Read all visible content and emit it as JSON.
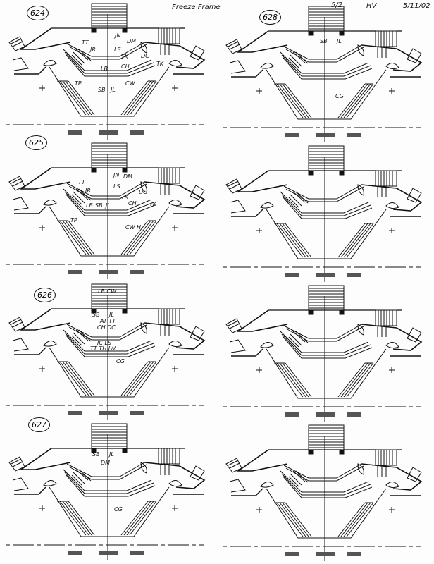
{
  "header": {
    "note": "Freeze Frame",
    "page_ref": "5/2",
    "initials": "HV",
    "date": "5/11/02"
  },
  "panels": [
    {
      "number": "624",
      "labels": [
        "TT",
        "JR",
        "JN",
        "DM",
        "LS",
        "TK",
        "DC",
        "CH",
        "LB",
        "SB",
        "JL",
        "TP",
        "CW",
        "TK"
      ]
    },
    {
      "number": "625",
      "labels": [
        "JN",
        "DM",
        "TT",
        "JR",
        "LS",
        "DC",
        "TK",
        "CH",
        "LB",
        "SB",
        "JL",
        "TK",
        "TP",
        "CW H"
      ]
    },
    {
      "number": "626",
      "labels": [
        "LB CW",
        "SB",
        "JL",
        "AT TT",
        "CH DC",
        "JC LS",
        "TT TH JW",
        "CG"
      ]
    },
    {
      "number": "627",
      "labels": [
        "SB",
        "JL",
        "DM",
        "CG"
      ]
    },
    {
      "number": "628",
      "labels": [
        "SB",
        "JL",
        "CG"
      ]
    },
    {
      "number": "",
      "labels": []
    },
    {
      "number": "",
      "labels": []
    },
    {
      "number": "",
      "labels": []
    }
  ]
}
